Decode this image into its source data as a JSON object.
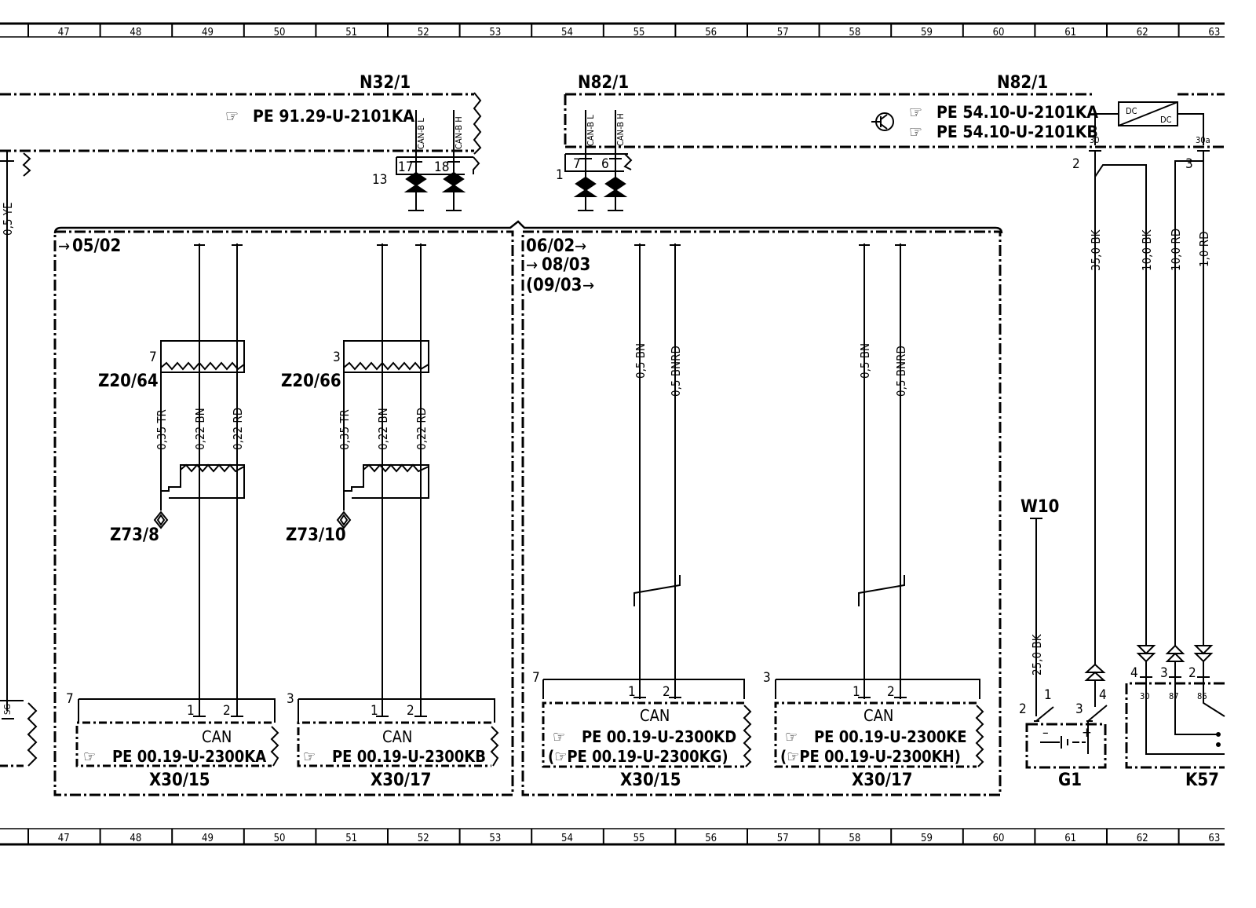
{
  "grid_numbers": [
    "47",
    "48",
    "49",
    "50",
    "51",
    "52",
    "53",
    "54",
    "55",
    "56",
    "57",
    "58",
    "59",
    "60",
    "61",
    "62",
    "63"
  ],
  "components": {
    "n32": "N32/1",
    "n82a": "N82/1",
    "n82b": "N82/1",
    "z20_64": "Z20/64",
    "z20_66": "Z20/66",
    "z73_8": "Z73/8",
    "z73_10": "Z73/10",
    "x30_15a": "X30/15",
    "x30_17a": "X30/17",
    "x30_15b": "X30/15",
    "x30_17b": "X30/17",
    "w10": "W10",
    "g1": "G1",
    "k57": "K57"
  },
  "refs": {
    "n32": "PE 91.29-U-2101KA",
    "n82a": "PE 54.10-U-2101KA",
    "n82b": "PE 54.10-U-2101KB",
    "x15a": "PE 00.19-U-2300KA",
    "x17a": "PE 00.19-U-2300KB",
    "x15b1": "PE 00.19-U-2300KD",
    "x15b2": "(☞PE 00.19-U-2300KG)",
    "x17b1": "PE 00.19-U-2300KE",
    "x17b2": "(☞PE 00.19-U-2300KH)"
  },
  "dates": {
    "left": "05/02",
    "right1": "06/02",
    "right2": "08/03",
    "right3": "(09/03",
    "arrow": "→"
  },
  "can_labels": {
    "bl": "CAN-B L",
    "bh": "CAN-B H",
    "can": "CAN",
    "dc": "DC"
  },
  "wires": {
    "ye05": "0,5 YE",
    "tr035": "0,35 TR",
    "bn022": "0,22 BN",
    "rd022": "0,22 RD",
    "bn05": "0,5 BN",
    "bnrd05": "0,5 BNRD",
    "bk35": "35,0 BK",
    "bk10": "10,0 BK",
    "rd10": "10,0 RD",
    "rd1": "1,0 RD",
    "bk25": "25,0 BK"
  },
  "pins": {
    "p13": "13",
    "p17": "17",
    "p18": "18",
    "p1": "1",
    "p7": "7",
    "p6": "6",
    "p2": "2",
    "p3": "3",
    "p4": "4",
    "p30": "30",
    "p30a": "30a",
    "p87": "87",
    "p86": "86",
    "sg": "SG",
    "minus": "–",
    "plus": "+"
  }
}
